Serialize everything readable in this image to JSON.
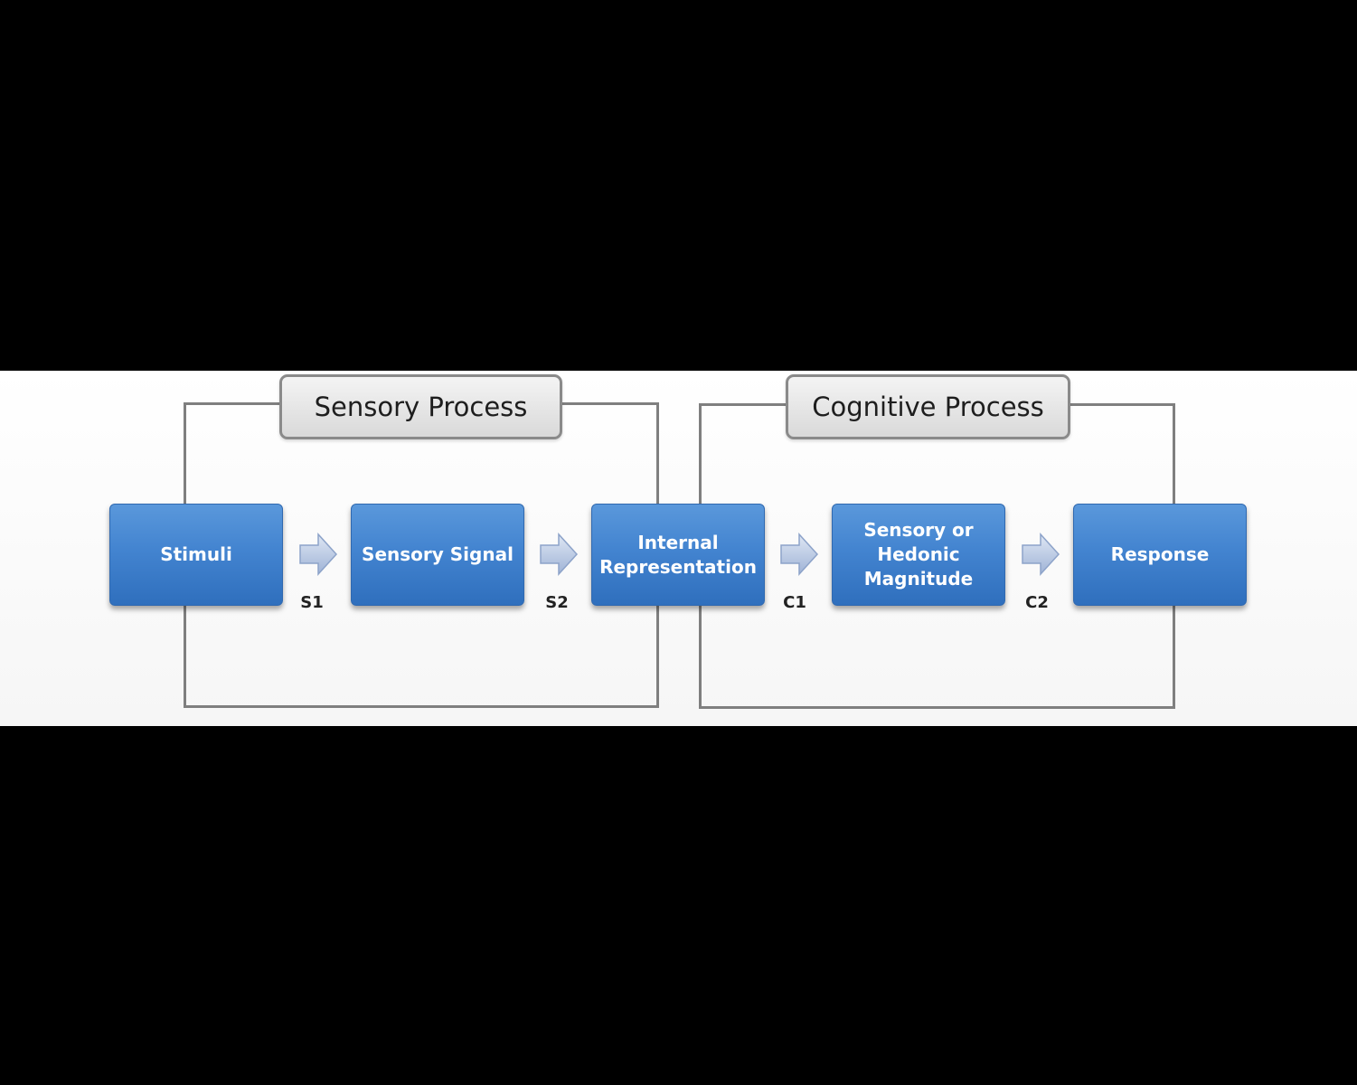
{
  "diagram": {
    "groups": [
      {
        "title": "Sensory Process"
      },
      {
        "title": "Cognitive Process"
      }
    ],
    "nodes": [
      {
        "label": "Stimuli"
      },
      {
        "label": "Sensory Signal"
      },
      {
        "label": "Internal\nRepresentation"
      },
      {
        "label": "Sensory or\nHedonic\nMagnitude"
      },
      {
        "label": "Response"
      }
    ],
    "steps": [
      {
        "label": "S1"
      },
      {
        "label": "S2"
      },
      {
        "label": "C1"
      },
      {
        "label": "C2"
      }
    ],
    "colors": {
      "node_fill": "#4384d0",
      "node_text": "#ffffff",
      "arrow_fill": "#b7c7e3",
      "frame_line": "#7f7f7f",
      "title_fill": "#e3e3e3",
      "background": "#000000"
    }
  }
}
